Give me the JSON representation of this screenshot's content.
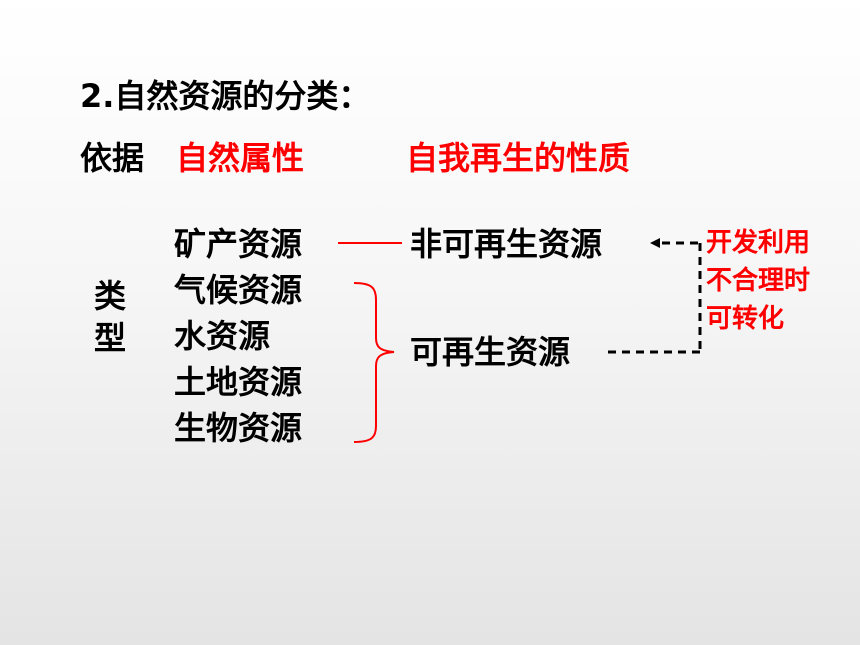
{
  "title": "2.自然资源的分类：",
  "basis": {
    "label": "依据",
    "criterion_1": "自然属性",
    "criterion_2": "自我再生的性质"
  },
  "type_label": [
    "类",
    "型"
  ],
  "resource_types": [
    "矿产资源",
    "气候资源",
    "水资源",
    "土地资源",
    "生物资源"
  ],
  "categories": {
    "non_renewable": "非可再生资源",
    "renewable": "可再生资源"
  },
  "note_lines": [
    "开发利用",
    "不合理时",
    "可转化"
  ],
  "colors": {
    "text": "#000000",
    "accent": "#ff0000",
    "connector": "#ff0000",
    "dashed": "#000000"
  }
}
